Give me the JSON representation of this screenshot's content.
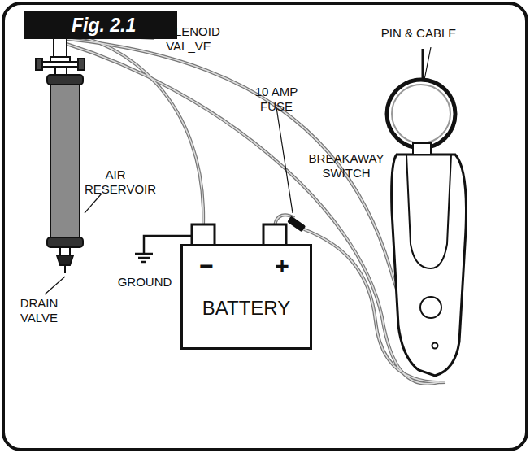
{
  "diagram": {
    "title": "Fig. 2.1",
    "nodes": [
      {
        "text": [
          "BATTERY"
        ]
      }
    ],
    "labels": [
      "SOLENOID VAL_VE",
      "PIN & CABLE",
      "BREAKAWAY SWITCH",
      "AIR RESERVOIR",
      "10 AMP FUSE",
      "GROUND",
      "DRAIN VALVE",
      "−",
      "+"
    ]
  }
}
